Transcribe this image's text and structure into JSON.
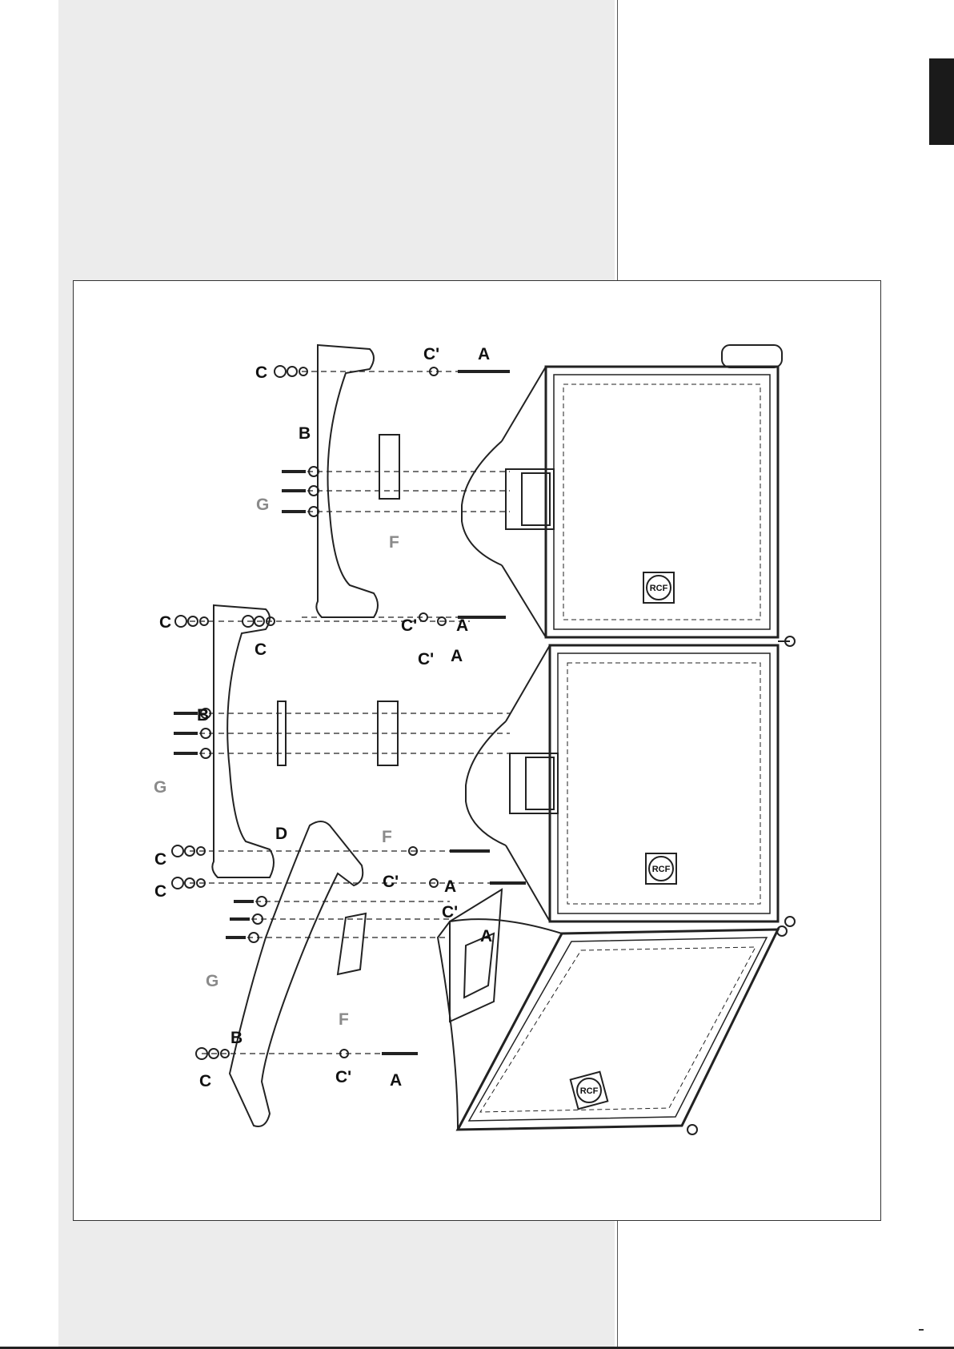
{
  "page": {
    "tab_marker_color": "#1a1a1a",
    "panel_color": "#ececec"
  },
  "figure": {
    "description_icon": "exploded-assembly-diagram",
    "brand_badge": "RCF",
    "labels": {
      "A": "A",
      "B": "B",
      "C": "C",
      "C_prime": "C'",
      "D": "D",
      "F": "F",
      "G": "G"
    },
    "label_colors": {
      "default": "#111111",
      "G_and_F": "#8a8a8a"
    }
  }
}
